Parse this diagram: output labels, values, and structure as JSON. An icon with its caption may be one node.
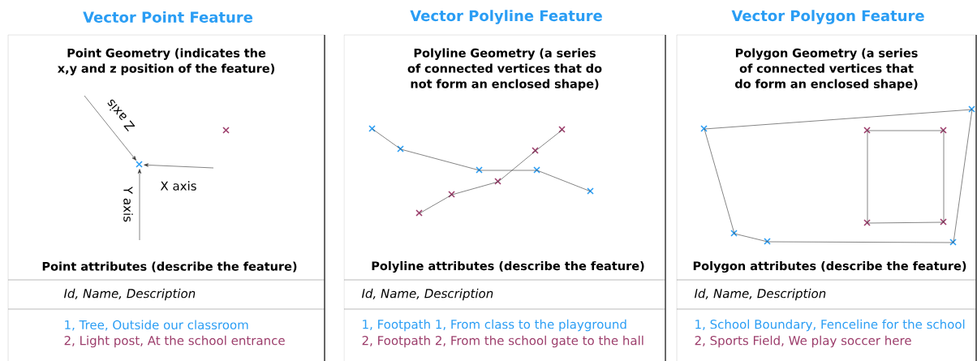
{
  "diagram": {
    "nodes": [
      {
        "text": [
          "Vector Point Feature",
          "Point Geometry (indicates the x,y and z position of the feature)",
          "Point attributes (describe the feature)"
        ]
      },
      {
        "text": [
          "Id, Name, Description"
        ],
        "in": 0
      },
      {
        "text": [
          "1, Tree, Outside our classroom",
          "2, Light post, At the school entrance"
        ],
        "in": 0
      },
      {
        "text": [],
        "shape": "cross",
        "in": 0
      },
      {
        "text": [],
        "shape": "cross",
        "in": 0
      },
      {
        "text": [
          "Vector Polyline Feature",
          "Polyline Geometry (a series of connected vertices that do not form an enclosed shape)",
          "Polyline attributes (describe the feature)"
        ]
      },
      {
        "text": [
          "Id, Name, Description"
        ],
        "in": 5
      },
      {
        "text": [
          "1, Footpath 1, From class to the playground",
          "2, Footpath 2, From the school gate to the hall"
        ],
        "in": 5
      },
      {
        "text": [],
        "shape": "cross",
        "in": 5
      },
      {
        "text": [],
        "shape": "cross",
        "in": 5
      },
      {
        "text": [],
        "shape": "cross",
        "in": 5
      },
      {
        "text": [],
        "shape": "cross",
        "in": 5
      },
      {
        "text": [],
        "shape": "cross",
        "in": 5
      },
      {
        "text": [],
        "shape": "cross",
        "in": 5
      },
      {
        "text": [],
        "shape": "cross",
        "in": 5
      },
      {
        "text": [],
        "shape": "cross",
        "in": 5
      },
      {
        "text": [],
        "shape": "cross",
        "in": 5
      },
      {
        "text": [],
        "shape": "cross",
        "in": 5
      },
      {
        "text": [
          "Vector Polygon Feature",
          "Polygon Geometry (a series of connected vertices that do form an enclosed shape)",
          "Polygon attributes (describe the feature)"
        ]
      },
      {
        "text": [
          "Id, Name, Description"
        ],
        "in": 18
      },
      {
        "text": [
          "1, School Boundary, Fenceline for the school",
          "2, Sports Field, We play soccer here"
        ],
        "in": 18
      },
      {
        "text": [],
        "shape": "cross",
        "in": 18
      },
      {
        "text": [],
        "shape": "cross",
        "in": 18
      },
      {
        "text": [],
        "shape": "cross",
        "in": 18
      },
      {
        "text": [],
        "shape": "cross",
        "in": 18
      },
      {
        "text": [],
        "shape": "cross",
        "in": 18
      },
      {
        "text": [],
        "shape": "cross",
        "in": 18
      },
      {
        "text": [],
        "shape": "cross",
        "in": 18
      },
      {
        "text": [],
        "shape": "cross",
        "in": 18
      },
      {
        "text": [],
        "shape": "cross",
        "in": 18
      }
    ],
    "edges": [
      {
        "from": null,
        "to": 3,
        "arrow": "to",
        "label": "Z axis"
      },
      {
        "from": null,
        "to": 3,
        "arrow": "to",
        "label": "X axis"
      },
      {
        "from": null,
        "to": 3,
        "arrow": "to",
        "label": "Y axis"
      },
      {
        "from": 8,
        "to": 9,
        "arrow": "none"
      },
      {
        "from": 9,
        "to": 10,
        "arrow": "none"
      },
      {
        "from": 10,
        "to": 11,
        "arrow": "none"
      },
      {
        "from": 11,
        "to": 12,
        "arrow": "none"
      },
      {
        "from": 13,
        "to": 14,
        "arrow": "none"
      },
      {
        "from": 14,
        "to": 15,
        "arrow": "none"
      },
      {
        "from": 15,
        "to": 16,
        "arrow": "none"
      },
      {
        "from": 16,
        "to": 17,
        "arrow": "none"
      },
      {
        "from": 21,
        "to": 22,
        "arrow": "none"
      },
      {
        "from": 22,
        "to": 23,
        "arrow": "none"
      },
      {
        "from": 23,
        "to": 24,
        "arrow": "none"
      },
      {
        "from": 24,
        "to": 25,
        "arrow": "none"
      },
      {
        "from": 25,
        "to": 21,
        "arrow": "none"
      },
      {
        "from": 26,
        "to": 27,
        "arrow": "none"
      },
      {
        "from": 27,
        "to": 28,
        "arrow": "none"
      },
      {
        "from": 28,
        "to": 29,
        "arrow": "none"
      },
      {
        "from": 29,
        "to": 26,
        "arrow": "none"
      }
    ]
  }
}
